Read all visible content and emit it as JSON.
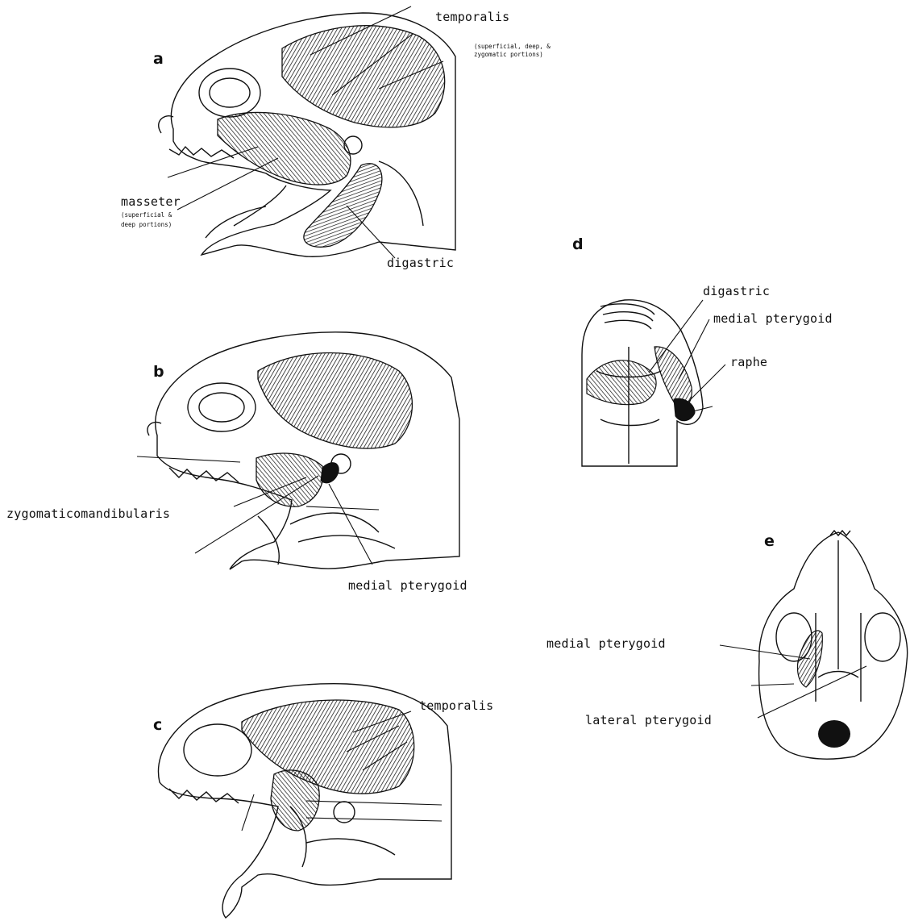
{
  "panels": {
    "a": {
      "letter": "a",
      "labels": {
        "temporalis": "temporalis",
        "temporalis_note_1": "(superficial, deep, &",
        "temporalis_note_2": "zygomatic portions)",
        "masseter": "masseter",
        "masseter_note_1": "(superficial &",
        "masseter_note_2": "deep portions)",
        "digastric": "digastric"
      }
    },
    "b": {
      "letter": "b",
      "labels": {
        "zygomaticomandibularis": "zygomaticomandibularis",
        "medial_pterygoid": "medial pterygoid"
      }
    },
    "c": {
      "letter": "c",
      "labels": {
        "temporalis": "temporalis"
      }
    },
    "d": {
      "letter": "d",
      "labels": {
        "digastric": "digastric",
        "medial_pterygoid": "medial pterygoid",
        "raphe": "raphe"
      }
    },
    "e": {
      "letter": "e",
      "labels": {
        "medial_pterygoid": "medial pterygoid",
        "lateral_pterygoid": "lateral pterygoid"
      }
    }
  }
}
